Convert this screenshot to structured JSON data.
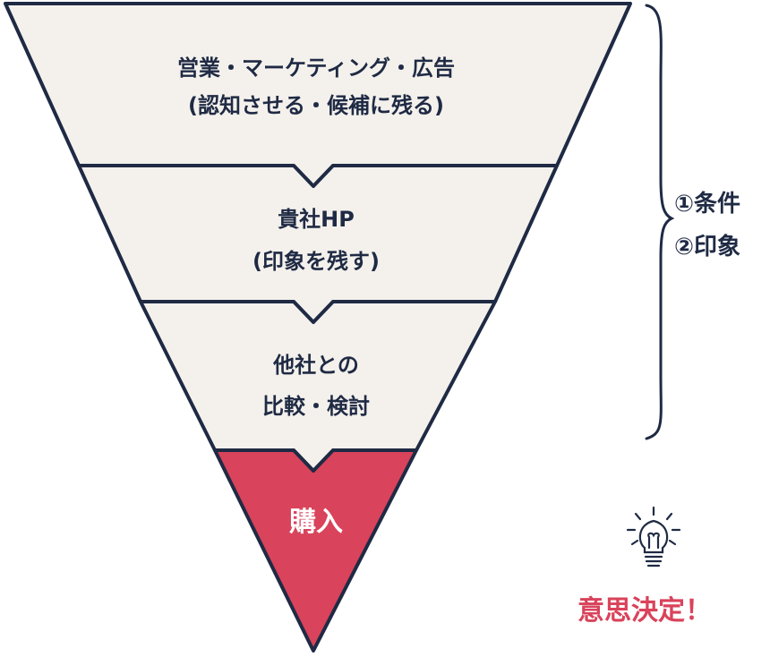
{
  "funnel": {
    "stages": [
      {
        "line1": "営業・マーケティング・広告",
        "line2": "(認知させる・候補に残る)"
      },
      {
        "line1": "貴社HP",
        "line2": "(印象を残す)"
      },
      {
        "line1": "他社との",
        "line2": "比較・検討"
      },
      {
        "line1": "購入",
        "line2": ""
      }
    ]
  },
  "bracket_notes": {
    "item1": "①条件",
    "item2": "②印象"
  },
  "decision": {
    "icon": "lightbulb-icon",
    "text": "意思決定！"
  },
  "colors": {
    "stage_fill": "#f4f1ec",
    "outline": "#1f2a44",
    "accent": "#d9435b"
  }
}
